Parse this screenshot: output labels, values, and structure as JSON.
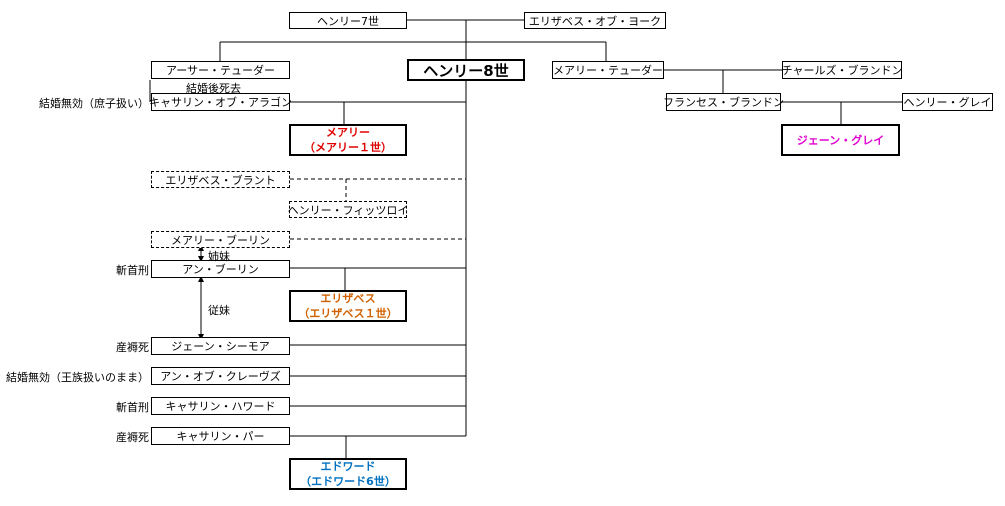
{
  "colors": {
    "line": "#000000",
    "mary": "#e00000",
    "elizabeth": "#d06000",
    "edward": "#0070c0",
    "jane_grey": "#e000d0"
  },
  "people": {
    "henry7": "ヘンリー7世",
    "elizabeth_york": "エリザベス・オブ・ヨーク",
    "arthur": "アーサー・テューダー",
    "henry8": "ヘンリー8世",
    "mary_tudor": "メアリー・テューダー",
    "charles_brandon": "チャールズ・ブランドン",
    "catherine_aragon": "キャサリン・オブ・アラゴン",
    "frances_brandon": "フランセス・ブランドン",
    "henry_grey": "ヘンリー・グレイ",
    "mary1_name": "メアリー",
    "mary1_title": "（メアリー１世）",
    "jane_grey": "ジェーン・グレイ",
    "elizabeth_blount": "エリザベス・ブラント",
    "henry_fitzroy": "ヘンリー・フィッツロイ",
    "mary_boleyn": "メアリー・ブーリン",
    "anne_boleyn": "アン・ブーリン",
    "elizabeth1_name": "エリザベス",
    "elizabeth1_title": "（エリザベス１世）",
    "jane_seymour": "ジェーン・シーモア",
    "anne_cleves": "アン・オブ・クレーヴズ",
    "catherine_howard": "キャサリン・ハワード",
    "catherine_parr": "キャサリン・パー",
    "edward_name": "エドワード",
    "edward_title": "（エドワード6世）"
  },
  "notes": {
    "died_after_marriage": "結婚後死去",
    "annulled_illegitimate": "結婚無効（庶子扱い）",
    "sisters": "姉妹",
    "beheaded_1": "斬首刑",
    "cousins": "従妹",
    "childbed_1": "産褥死",
    "annulled_royal": "結婚無効（王族扱いのまま）",
    "beheaded_2": "斬首刑",
    "childbed_2": "産褥死"
  }
}
